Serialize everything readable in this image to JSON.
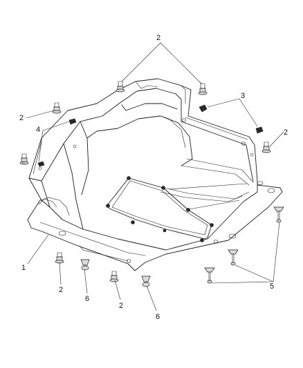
{
  "callouts": [
    {
      "id": "c-2-top",
      "text": "2"
    },
    {
      "id": "c-3",
      "text": "3"
    },
    {
      "id": "c-2-left",
      "text": "2"
    },
    {
      "id": "c-4",
      "text": "4"
    },
    {
      "id": "c-2-right",
      "text": "2"
    },
    {
      "id": "c-1",
      "text": "1"
    },
    {
      "id": "c-2-bl",
      "text": "2"
    },
    {
      "id": "c-6-a",
      "text": "6"
    },
    {
      "id": "c-2-bc",
      "text": "2"
    },
    {
      "id": "c-6-b",
      "text": "6"
    },
    {
      "id": "c-5",
      "text": "5"
    }
  ]
}
